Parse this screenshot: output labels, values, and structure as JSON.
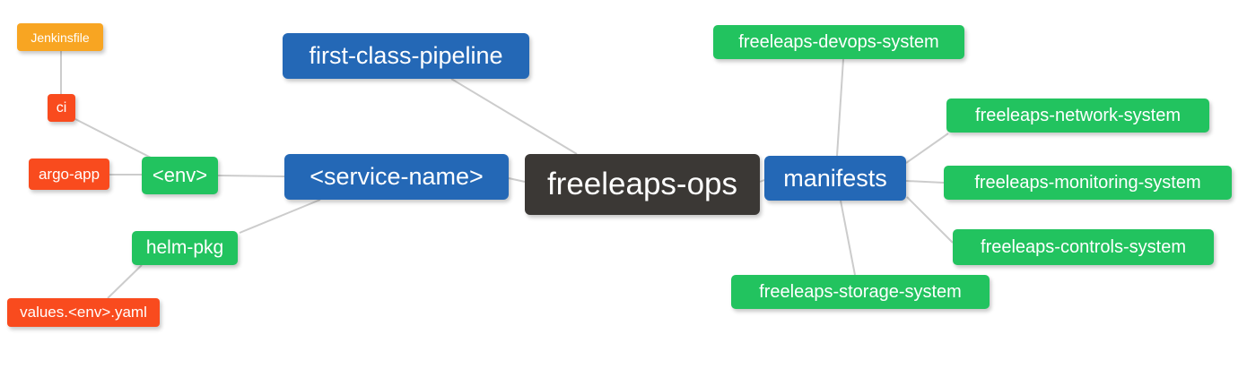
{
  "diagram": {
    "type": "mindmap",
    "background_color": "#ffffff",
    "edge_color": "#cccccc",
    "colors": {
      "root_node": "#3b3835",
      "branch_node_blue": "#2468b6",
      "leaf_node_green": "#22c35f",
      "leaf_node_red": "#f94b1e",
      "leaf_node_amber": "#f8a522",
      "node_text": "#ffffff"
    },
    "nodes": [
      {
        "key": "jenkinsfile",
        "label": "Jenkinsfile",
        "color_role": "amber"
      },
      {
        "key": "ci",
        "label": "ci",
        "color_role": "red"
      },
      {
        "key": "argo-app",
        "label": "argo-app",
        "color_role": "red"
      },
      {
        "key": "env",
        "label": "<env>",
        "color_role": "green"
      },
      {
        "key": "helm-pkg",
        "label": "helm-pkg",
        "color_role": "green"
      },
      {
        "key": "values-env-yaml",
        "label": "values.<env>.yaml",
        "color_role": "red"
      },
      {
        "key": "first-class-pipeline",
        "label": "first-class-pipeline",
        "color_role": "branch"
      },
      {
        "key": "service-name",
        "label": "<service-name>",
        "color_role": "branch"
      },
      {
        "key": "freeleaps-ops",
        "label": "freeleaps-ops",
        "color_role": "root"
      },
      {
        "key": "manifests",
        "label": "manifests",
        "color_role": "branch"
      },
      {
        "key": "devops-system",
        "label": "freeleaps-devops-system",
        "color_role": "green"
      },
      {
        "key": "network-system",
        "label": "freeleaps-network-system",
        "color_role": "green"
      },
      {
        "key": "monitoring-system",
        "label": "freeleaps-monitoring-system",
        "color_role": "green"
      },
      {
        "key": "controls-system",
        "label": "freeleaps-controls-system",
        "color_role": "green"
      },
      {
        "key": "storage-system",
        "label": "freeleaps-storage-system",
        "color_role": "green"
      }
    ],
    "edges": [
      {
        "from": "jenkinsfile",
        "to": "ci"
      },
      {
        "from": "ci",
        "to": "env"
      },
      {
        "from": "argo-app",
        "to": "env"
      },
      {
        "from": "env",
        "to": "service-name"
      },
      {
        "from": "service-name",
        "to": "freeleaps-ops"
      },
      {
        "from": "first-class-pipeline",
        "to": "freeleaps-ops"
      },
      {
        "from": "service-name",
        "to": "helm-pkg"
      },
      {
        "from": "helm-pkg",
        "to": "values-env-yaml"
      },
      {
        "from": "freeleaps-ops",
        "to": "manifests"
      },
      {
        "from": "manifests",
        "to": "devops-system"
      },
      {
        "from": "manifests",
        "to": "network-system"
      },
      {
        "from": "manifests",
        "to": "monitoring-system"
      },
      {
        "from": "manifests",
        "to": "controls-system"
      },
      {
        "from": "manifests",
        "to": "storage-system"
      }
    ]
  }
}
